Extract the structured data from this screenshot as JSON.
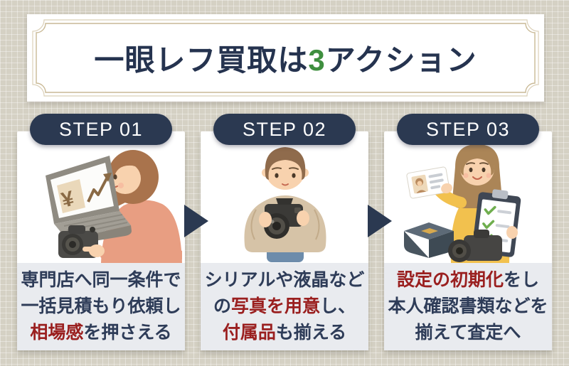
{
  "title": {
    "prefix": "一眼レフ買取は",
    "highlight": "3",
    "suffix": "アクション"
  },
  "steps": [
    {
      "label": "STEP 01",
      "illustration": "woman-requesting-bulk-quotes-on-laptop-holding-camera",
      "line1": {
        "pre": "専門店へ同一条件で"
      },
      "line2": {
        "pre": "一括見積もり依頼し"
      },
      "line3": {
        "red": "相場感",
        "post": "を押さえる"
      }
    },
    {
      "label": "STEP 02",
      "illustration": "man-checking-dslr-camera-for-photos",
      "line1": {
        "pre": "シリアルや液晶など"
      },
      "line2": {
        "pre": "の",
        "red": "写真を用意",
        "post": "し、"
      },
      "line3": {
        "red": "付属品",
        "post": "も揃える"
      }
    },
    {
      "label": "STEP 03",
      "illustration": "woman-holding-id-card-and-checklist-with-camera",
      "line1": {
        "red": "設定の初期化",
        "post": "をし"
      },
      "line2": {
        "pre": "本人確認書類などを"
      },
      "line3": {
        "pre": "揃えて査定へ"
      }
    }
  ],
  "colors": {
    "navy": "#2b3951",
    "text_navy": "#2e3c58",
    "accent_red": "#9a1f1f",
    "title_green": "#3f8f3f",
    "background": "#d5d1c4",
    "card_bg": "#ffffff",
    "caption_bg": "#e9ebef",
    "frame_line": "#c9b995"
  }
}
